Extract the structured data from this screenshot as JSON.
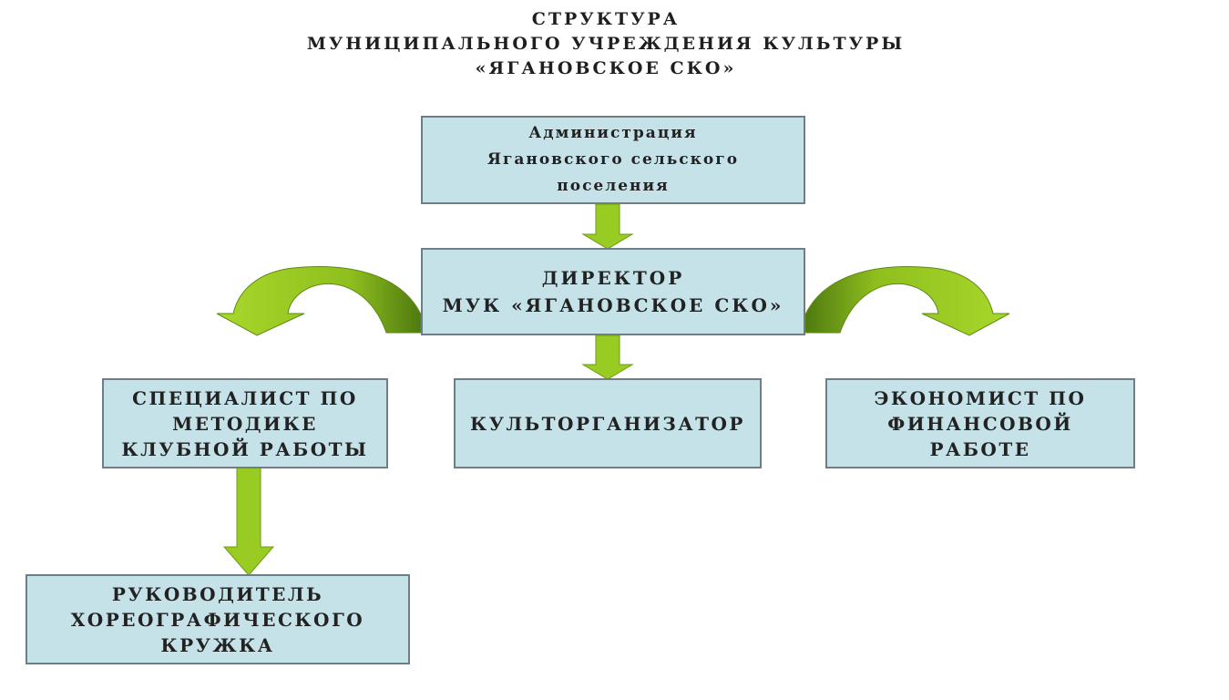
{
  "title": {
    "line1": "СТРУКТУРА",
    "line2": "МУНИЦИПАЛЬНОГО УЧРЕЖДЕНИЯ КУЛЬТУРЫ",
    "line3": "«ЯГАНОВСКОЕ СКО»"
  },
  "nodes": {
    "administration": "Администрация\nЯгановского сельского\nпоселения",
    "director": "ДИРЕКТОР\nМУК «ЯГАНОВСКОЕ СКО»",
    "methodist": "СПЕЦИАЛИСТ ПО\nМЕТОДИКЕ\nКЛУБНОЙ РАБОТЫ",
    "culture_organizer": "КУЛЬТОРГАНИЗАТОР",
    "economist": "ЭКОНОМИСТ ПО\nФИНАНСОВОЙ\nРАБОТЕ",
    "choreography_head": "РУКОВОДИТЕЛЬ\nХОРЕОГРАФИЧЕСКОГО\nКРУЖКА"
  },
  "edges": [
    {
      "from": "administration",
      "to": "director"
    },
    {
      "from": "director",
      "to": "methodist"
    },
    {
      "from": "director",
      "to": "culture_organizer"
    },
    {
      "from": "director",
      "to": "economist"
    },
    {
      "from": "methodist",
      "to": "choreography_head"
    }
  ],
  "colors": {
    "box_fill": "#c6e2e9",
    "box_border": "#6d7f84",
    "arrow_fill": "#99cc22",
    "arrow_shade": "#5c8a14"
  }
}
